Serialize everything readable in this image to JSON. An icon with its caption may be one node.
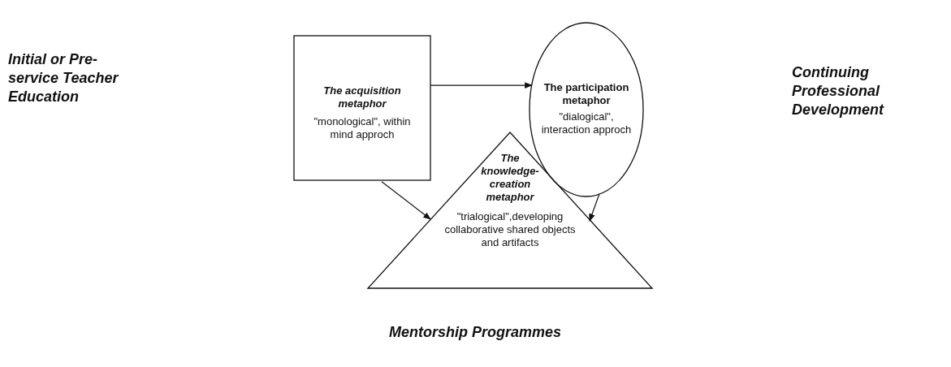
{
  "diagram": {
    "nodes": [
      {
        "text": [
          "The acquisition metaphor",
          "\"monological\", within mind approch"
        ]
      },
      {
        "text": [
          "The participation metaphor",
          "\"dialogical\", interaction approch"
        ]
      },
      {
        "text": [
          "The knowledge-creation metaphor",
          "\"trialogical\",developing collaborative shared objects and artifacts"
        ]
      }
    ],
    "edges": [
      {
        "from": 0,
        "to": 1,
        "arrow": "to"
      },
      {
        "from": 0,
        "to": 2,
        "arrow": "to"
      },
      {
        "from": 1,
        "to": 2,
        "arrow": "to"
      }
    ],
    "labels": [
      "Initial or Pre-service Teacher Education",
      "Continuing Professional Development",
      "Mentorship Programmes"
    ]
  }
}
